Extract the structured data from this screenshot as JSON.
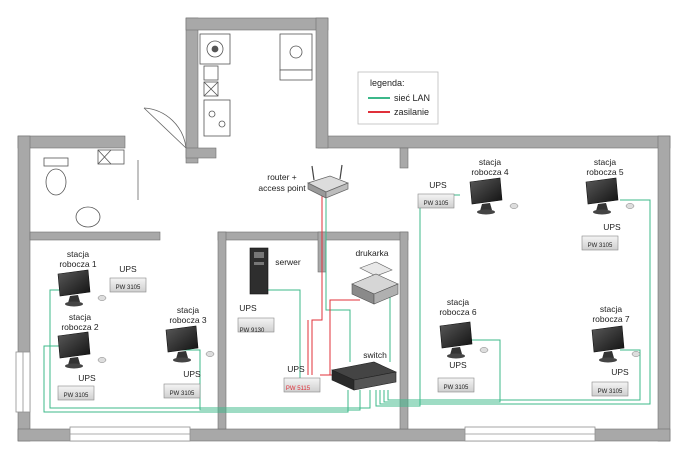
{
  "legend": {
    "title": "legenda:",
    "items": [
      {
        "label": "sieć LAN",
        "color": "#3cb88a"
      },
      {
        "label": "zasilanie",
        "color": "#e0303a"
      }
    ]
  },
  "colors": {
    "wall": "#a8a8a8",
    "wall_edge": "#707070",
    "lan": "#3cb88a",
    "power": "#e0303a"
  },
  "router": {
    "line1": "router +",
    "line2": "access point"
  },
  "server": {
    "label": "serwer",
    "ups": "UPS",
    "model": "PW 9130"
  },
  "printer": {
    "label": "drukarka"
  },
  "switch": {
    "label": "switch",
    "ups": "UPS",
    "model": "PW 5115"
  },
  "workstations": [
    {
      "line1": "stacja",
      "line2": "robocza 1",
      "ups": "UPS",
      "model": "PW 3105"
    },
    {
      "line1": "stacja",
      "line2": "robocza 2",
      "ups": "UPS",
      "model": "PW 3105"
    },
    {
      "line1": "stacja",
      "line2": "robocza 3",
      "ups": "UPS",
      "model": "PW 3105"
    },
    {
      "line1": "stacja",
      "line2": "robocza 4",
      "ups": "UPS",
      "model": "PW 3105"
    },
    {
      "line1": "stacja",
      "line2": "robocza 5",
      "ups": "UPS",
      "model": "PW 3105"
    },
    {
      "line1": "stacja",
      "line2": "robocza 6",
      "ups": "UPS",
      "model": "PW 3105"
    },
    {
      "line1": "stacja",
      "line2": "robocza 7",
      "ups": "UPS",
      "model": "PW 3105"
    }
  ]
}
